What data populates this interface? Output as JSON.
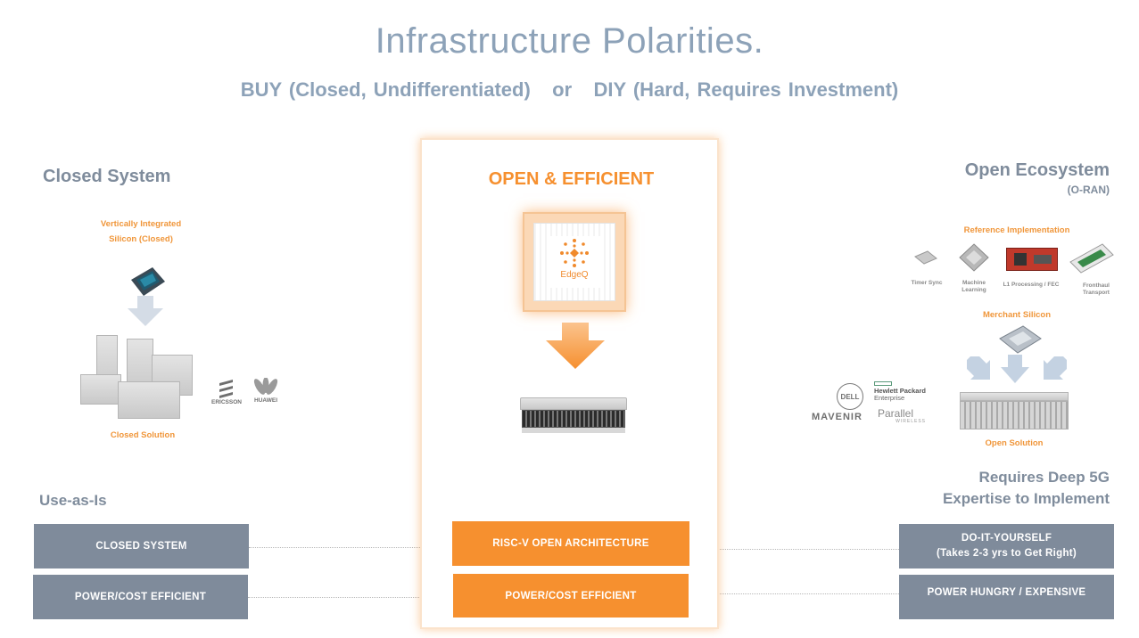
{
  "title": "Infrastructure Polarities.",
  "subtitle": "BUY (Closed, Undifferentiated)   or   DIY (Hard, Requires Investment)",
  "left": {
    "heading": "Closed System",
    "silicon_label": "Vertically Integrated Silicon (Closed)",
    "solution_label": "Closed Solution",
    "vendors": [
      "ERICSSON",
      "HUAWEI"
    ],
    "use_label": "Use-as-Is",
    "boxes": [
      "CLOSED SYSTEM",
      "POWER/COST EFFICIENT"
    ]
  },
  "center": {
    "heading": "OPEN & EFFICIENT",
    "chip_label": "EdgeQ",
    "boxes": [
      "RISC-V OPEN ARCHITECTURE",
      "POWER/COST EFFICIENT"
    ]
  },
  "right": {
    "heading": "Open Ecosystem",
    "subheading": "(O-RAN)",
    "reference_label": "Reference Implementation",
    "components": [
      "Timer Sync",
      "Machine Learning",
      "L1 Processing / FEC",
      "Fronthaul Transport"
    ],
    "merchant_label": "Merchant Silicon",
    "solution_label": "Open Solution",
    "vendors": [
      "DELL",
      "Hewlett Packard",
      "Enterprise",
      "MAVENIR",
      "Parallel",
      "WIRELESS"
    ],
    "requires_label_1": "Requires Deep 5G",
    "requires_label_2": "Expertise to Implement",
    "box1_line1": "DO-IT-YOURSELF",
    "box1_line2": "(Takes 2-3 yrs to Get Right)",
    "box2": "POWER HUNGRY / EXPENSIVE"
  },
  "colors": {
    "title": "#8da2b8",
    "gray_box": "#7f8b9b",
    "orange": "#f6902f"
  }
}
